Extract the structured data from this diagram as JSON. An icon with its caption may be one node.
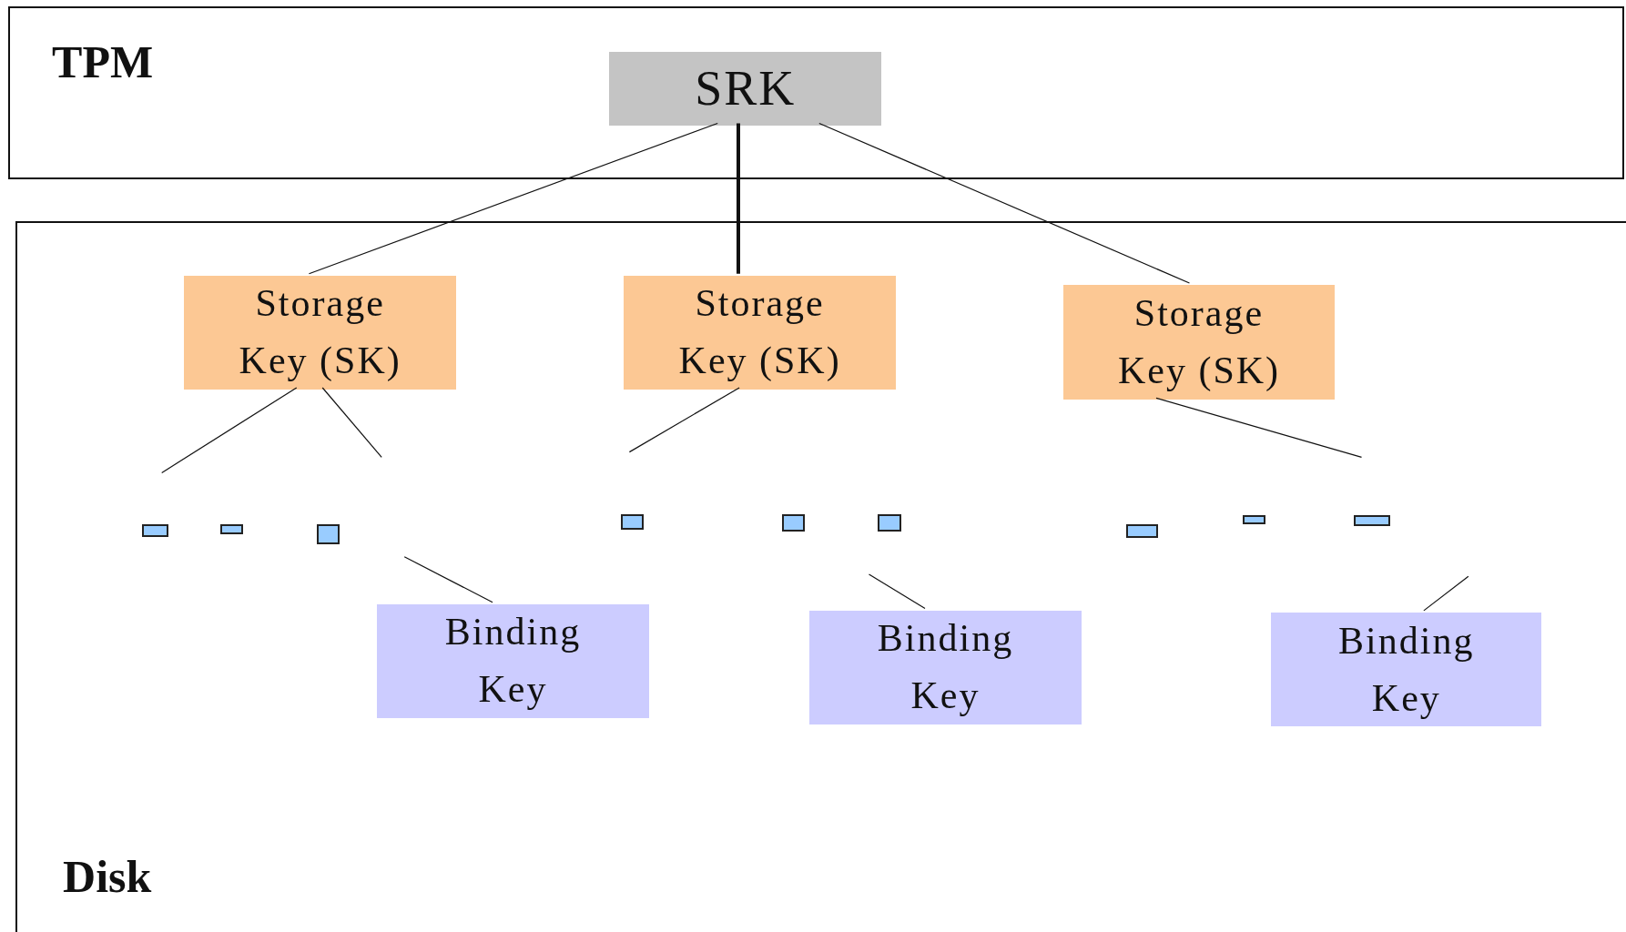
{
  "diagram": {
    "nodes": [
      {
        "text": [
          "TPM"
        ]
      },
      {
        "text": [
          "SRK"
        ],
        "in": 0
      },
      {
        "text": [
          "Disk"
        ]
      },
      {
        "text": [
          "Storage Key (SK)"
        ],
        "in": 2
      },
      {
        "text": [
          "Storage Key (SK)"
        ],
        "in": 2
      },
      {
        "text": [
          "Storage Key (SK)"
        ],
        "in": 2
      },
      {
        "text": [],
        "shape": "box",
        "in": 2
      },
      {
        "text": [],
        "shape": "box",
        "in": 2
      },
      {
        "text": [],
        "shape": "box",
        "in": 2
      },
      {
        "text": [],
        "shape": "box",
        "in": 2
      },
      {
        "text": [],
        "shape": "box",
        "in": 2
      },
      {
        "text": [],
        "shape": "box",
        "in": 2
      },
      {
        "text": [],
        "shape": "box",
        "in": 2
      },
      {
        "text": [],
        "shape": "box",
        "in": 2
      },
      {
        "text": [],
        "shape": "box",
        "in": 2
      },
      {
        "text": [
          "Binding Key"
        ],
        "in": 2
      },
      {
        "text": [
          "Binding Key"
        ],
        "in": 2
      },
      {
        "text": [
          "Binding Key"
        ],
        "in": 2
      }
    ],
    "edges": [
      {
        "from": 1,
        "to": 3,
        "arrow": "none"
      },
      {
        "from": 1,
        "to": 4,
        "arrow": "none",
        "style": "thick"
      },
      {
        "from": 1,
        "to": 5,
        "arrow": "none"
      },
      {
        "from": 3,
        "to": null,
        "arrow": "none"
      },
      {
        "from": 3,
        "to": null,
        "arrow": "none"
      },
      {
        "from": 4,
        "to": null,
        "arrow": "none"
      },
      {
        "from": 5,
        "to": null,
        "arrow": "none"
      },
      {
        "from": null,
        "to": 15,
        "arrow": "none"
      },
      {
        "from": null,
        "to": 16,
        "arrow": "none"
      },
      {
        "from": null,
        "to": 17,
        "arrow": "none"
      }
    ]
  }
}
